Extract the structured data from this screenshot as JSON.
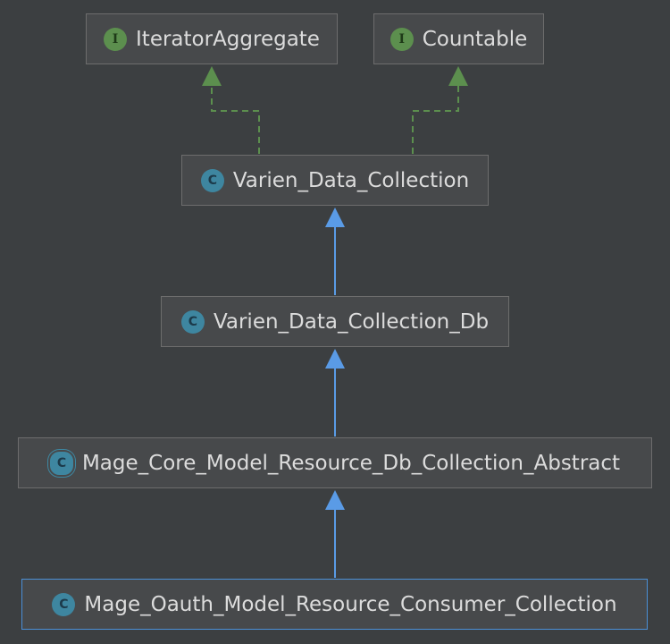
{
  "nodes": [
    {
      "id": "iterator-aggregate",
      "kind": "interface",
      "badge": "I",
      "label": "IteratorAggregate"
    },
    {
      "id": "countable",
      "kind": "interface",
      "badge": "I",
      "label": "Countable"
    },
    {
      "id": "varien-data-collection",
      "kind": "class",
      "badge": "C",
      "label": "Varien_Data_Collection"
    },
    {
      "id": "varien-data-collection-db",
      "kind": "class",
      "badge": "C",
      "label": "Varien_Data_Collection_Db"
    },
    {
      "id": "mage-core-model-resource-db-collection-abstract",
      "kind": "abstract",
      "badge": "C",
      "label": "Mage_Core_Model_Resource_Db_Collection_Abstract"
    },
    {
      "id": "mage-oauth-model-resource-consumer-collection",
      "kind": "class",
      "badge": "C",
      "label": "Mage_Oauth_Model_Resource_Consumer_Collection",
      "selected": true
    }
  ],
  "edges": [
    {
      "from": "varien-data-collection",
      "to": "iterator-aggregate",
      "type": "implements"
    },
    {
      "from": "varien-data-collection",
      "to": "countable",
      "type": "implements"
    },
    {
      "from": "varien-data-collection-db",
      "to": "varien-data-collection",
      "type": "extends"
    },
    {
      "from": "mage-core-model-resource-db-collection-abstract",
      "to": "varien-data-collection-db",
      "type": "extends"
    },
    {
      "from": "mage-oauth-model-resource-consumer-collection",
      "to": "mage-core-model-resource-db-collection-abstract",
      "type": "extends"
    }
  ],
  "colors": {
    "background": "#3c3f41",
    "node_fill": "#47494b",
    "node_border": "#6d6d6d",
    "selected_border": "#4b8fd6",
    "implements_edge": "#5c8f4e",
    "extends_edge": "#5a9be6",
    "text": "#dcdcdc"
  }
}
